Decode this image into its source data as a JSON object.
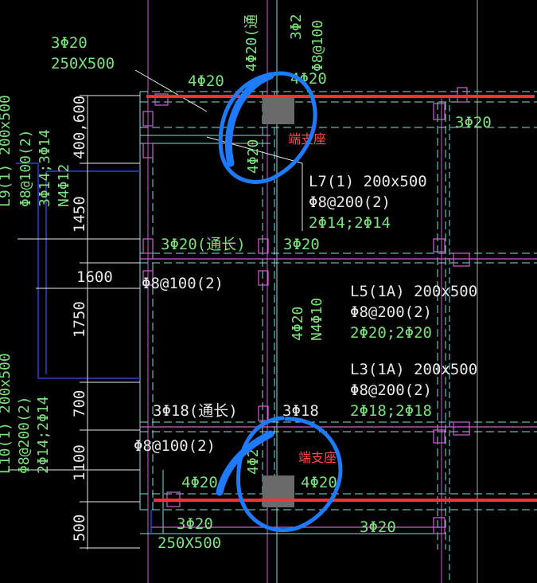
{
  "drawing": {
    "beam_labels": {
      "top_left_count": "3Φ20",
      "top_left_size": "250X500",
      "bottom_left_count": "3Φ20",
      "bottom_left_size": "250X500",
      "bottom_right": "3Φ20",
      "right_upper": "3Φ20"
    },
    "rebar": {
      "top_4phi20_left": "4Φ20",
      "top_4phi20_right": "4Φ20",
      "mid_3phi20_long": "3Φ20(通长)",
      "mid_3phi20": "3Φ20",
      "stirrup_left": "Φ8@100(2)",
      "low_3phi18_long": "3Φ18(通长)",
      "low_3phi18": "3Φ18",
      "stirrup_bottom": "Φ8@100(2)",
      "bot_4phi20_left": "4Φ20",
      "bot_4phi20_right": "4Φ20"
    },
    "vertical_texts": {
      "col_top_a": "4Φ20(通",
      "col_top_b": "3Φ2",
      "col_top_c": "Φ8@100",
      "col_mid_a": "4Φ20",
      "col_mid_b": "N4Φ10",
      "col_upper_small": "4Φ20",
      "col_lower_small": "4Φ2",
      "left_beam_a": "L9(1) 200x500",
      "left_beam_b": "Φ8@100(2)",
      "left_beam_c": "3Φ14;3Φ14",
      "left_beam_d": "N4Φ12",
      "left_beam2_a": "L10(1) 200x500",
      "left_beam2_b": "Φ8@200(2)",
      "left_beam2_c": "2Φ14;2Φ14"
    },
    "beams": {
      "L7_name": "L7(1) 200x500",
      "L7_stirrup": "Φ8@200(2)",
      "L7_rebar": "2Φ14;2Φ14",
      "L5_name": "L5(1A) 200x500",
      "L5_stirrup": "Φ8@200(2)",
      "L5_rebar": "2Φ20;2Φ20",
      "L3_name": "L3(1A) 200x500",
      "L3_stirrup": "Φ8@200(2)",
      "L3_rebar": "2Φ18;2Φ18"
    },
    "dimensions": {
      "d600": "400,600",
      "d1450": "1450",
      "d1600": "1600",
      "d1750": "1750",
      "d700": "700",
      "d1100": "1100",
      "d500": "500"
    },
    "annotations": {
      "support_top": "端支座",
      "support_bottom": "端支座"
    },
    "colors": {
      "background": "#000000",
      "text_green": "#7fe07f",
      "red_line": "#ff3030",
      "blue_circle": "#1e7bff",
      "beam_cyan": "#7fe0e0",
      "column_magenta": "#d060d0",
      "column_fill": "#6a6a6a",
      "axis_blue": "#3040d0"
    }
  }
}
